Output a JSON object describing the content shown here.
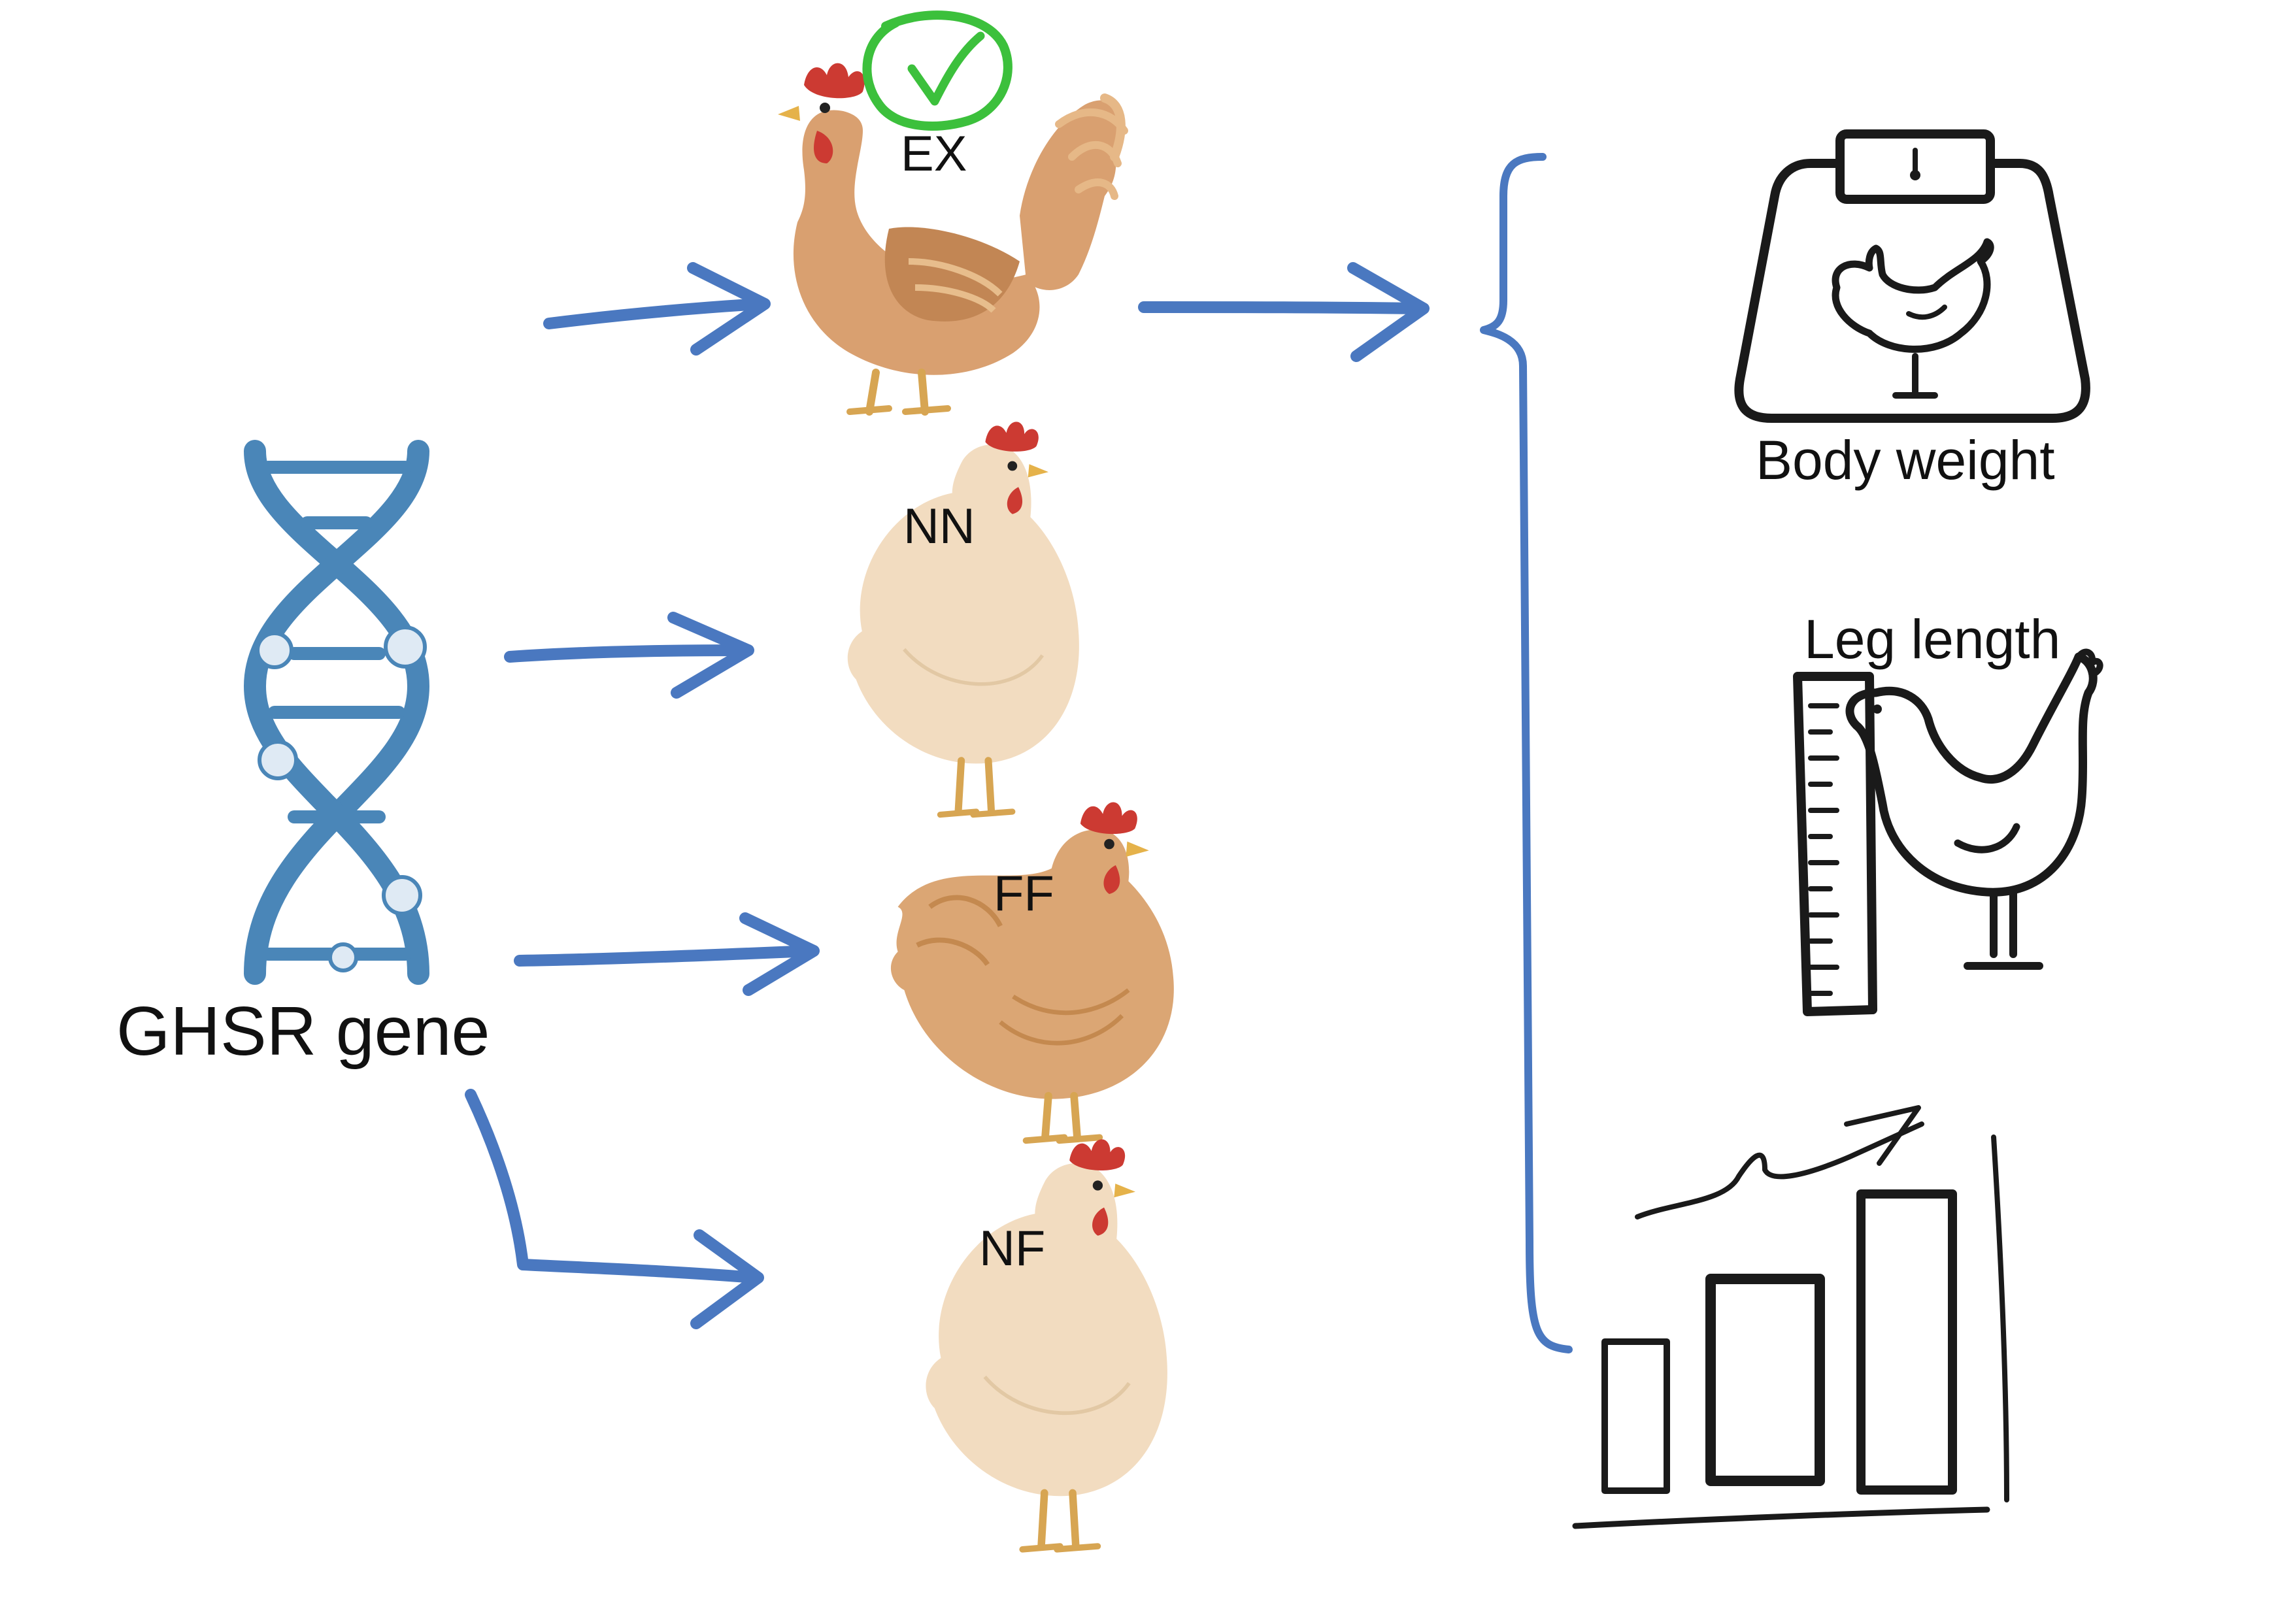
{
  "gene_label": "GHSR gene",
  "genotypes": [
    {
      "label": "EX",
      "selected": true
    },
    {
      "label": "NN",
      "selected": false
    },
    {
      "label": "FF",
      "selected": false
    },
    {
      "label": "NF",
      "selected": false
    }
  ],
  "traits": {
    "body_weight": "Body weight",
    "leg_length": "Leg length"
  },
  "colors": {
    "arrow": "#4a78c0",
    "dna": "#4a86b8",
    "check": "#3cc03c",
    "rooster_body": "#d9a070",
    "hen_light": "#f2dcc0",
    "hen_tan": "#dba674",
    "comb": "#cc3a32",
    "icon_stroke": "#1a1a1a"
  },
  "icons": [
    "dna-icon",
    "rooster-icon",
    "hen-icon",
    "check-icon",
    "scale-icon",
    "ruler-icon",
    "growth-chart-icon",
    "curly-brace"
  ]
}
